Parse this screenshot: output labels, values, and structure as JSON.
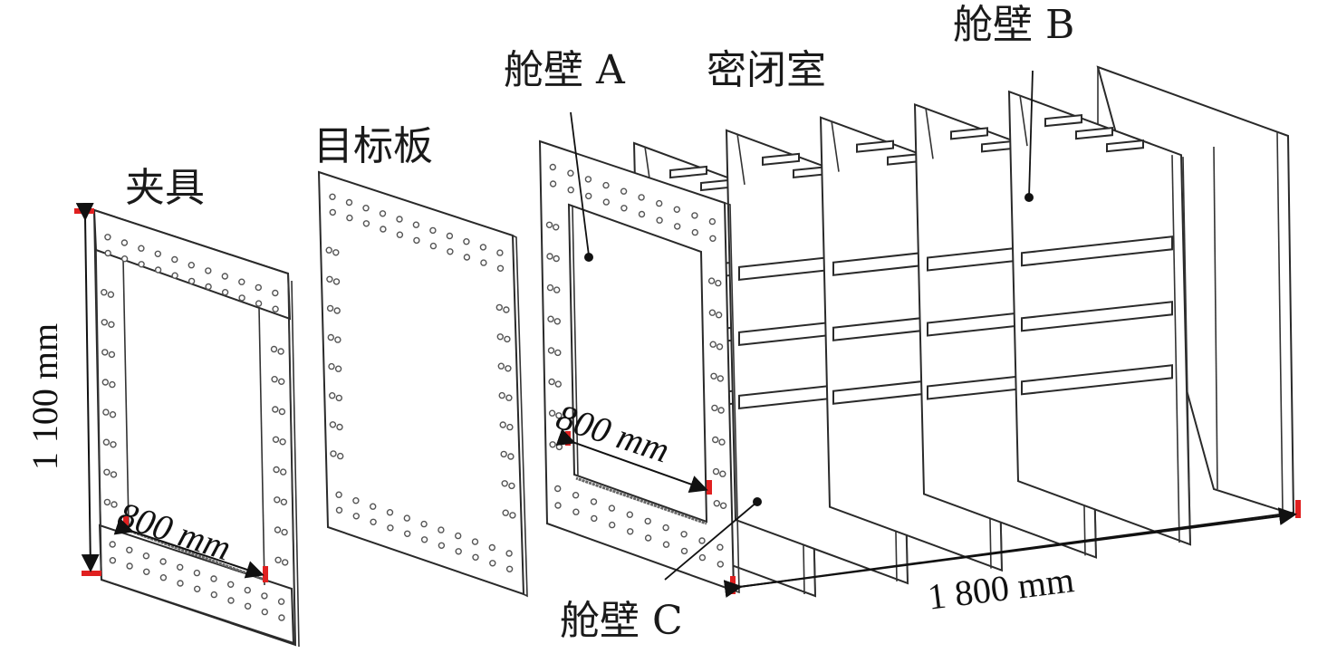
{
  "figure": {
    "components": {
      "fixture": {
        "label": "夹具"
      },
      "target_plate": {
        "label": "目标板"
      },
      "bulkhead_a": {
        "label": "舱壁 A"
      },
      "sealed_chamber": {
        "label": "密闭室"
      },
      "bulkhead_b": {
        "label": "舱壁 B"
      },
      "bulkhead_c": {
        "label": "舱壁 C"
      }
    },
    "dimensions": {
      "fixture_height": "1 100 mm",
      "fixture_opening_width": "800 mm",
      "bulkhead_a_opening_width": "800 mm",
      "chamber_length": "1 800 mm"
    },
    "colors": {
      "dimension_marker": "#e02020",
      "line": "#2a2a2a",
      "background": "#ffffff"
    }
  }
}
